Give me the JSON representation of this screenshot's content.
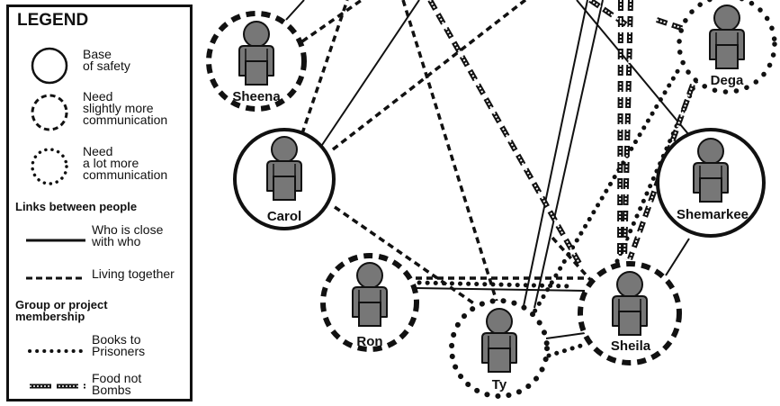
{
  "legend": {
    "title": "LEGEND",
    "base_of_safety": "Base\nof safety",
    "need_slightly_more": "Need\nslightly more\ncommunication",
    "need_a_lot_more": "Need\na lot more\ncommunication",
    "links_heading": "Links between people",
    "close_with": "Who is close\nwith who",
    "living_together": "Living together",
    "group_heading": "Group or project\nmembership",
    "books_to_prisoners": "Books to\nPrisoners",
    "food_not_bombs": "Food not\nBombs"
  },
  "people": {
    "sheena": "Sheena",
    "dega": "Dega",
    "carol": "Carol",
    "shemarkee": "Shemarkee",
    "ron": "Ron",
    "ty": "Ty",
    "sheila": "Sheila"
  },
  "colors": {
    "ink": "#111111",
    "figure_fill": "#777777",
    "background": "#ffffff"
  }
}
